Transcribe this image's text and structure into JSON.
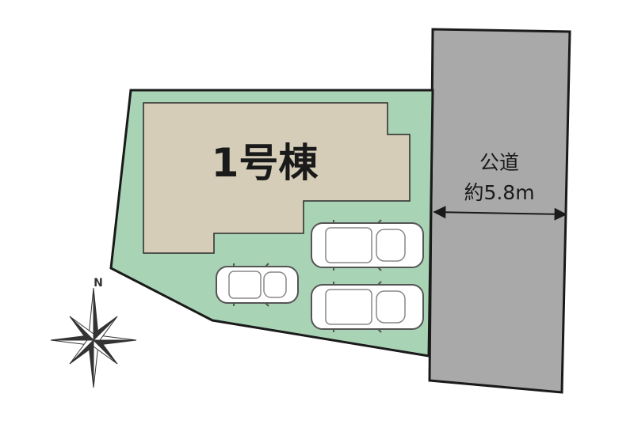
{
  "plot": {
    "building_label": "1号棟",
    "colors": {
      "lot": "#a9d3b5",
      "building": "#d6cdb8",
      "road": "#a9a9a9",
      "outline": "#1a1a1a",
      "car_fill": "#ffffff",
      "car_stroke": "#555555"
    }
  },
  "road": {
    "name": "公道",
    "width_label": "約5.8m"
  },
  "compass": {
    "north_label": "N",
    "icon": "compass-rose-icon"
  },
  "parking": {
    "cars": [
      {
        "name": "car-1",
        "size": "large"
      },
      {
        "name": "car-2",
        "size": "small"
      },
      {
        "name": "car-3",
        "size": "large"
      }
    ]
  }
}
